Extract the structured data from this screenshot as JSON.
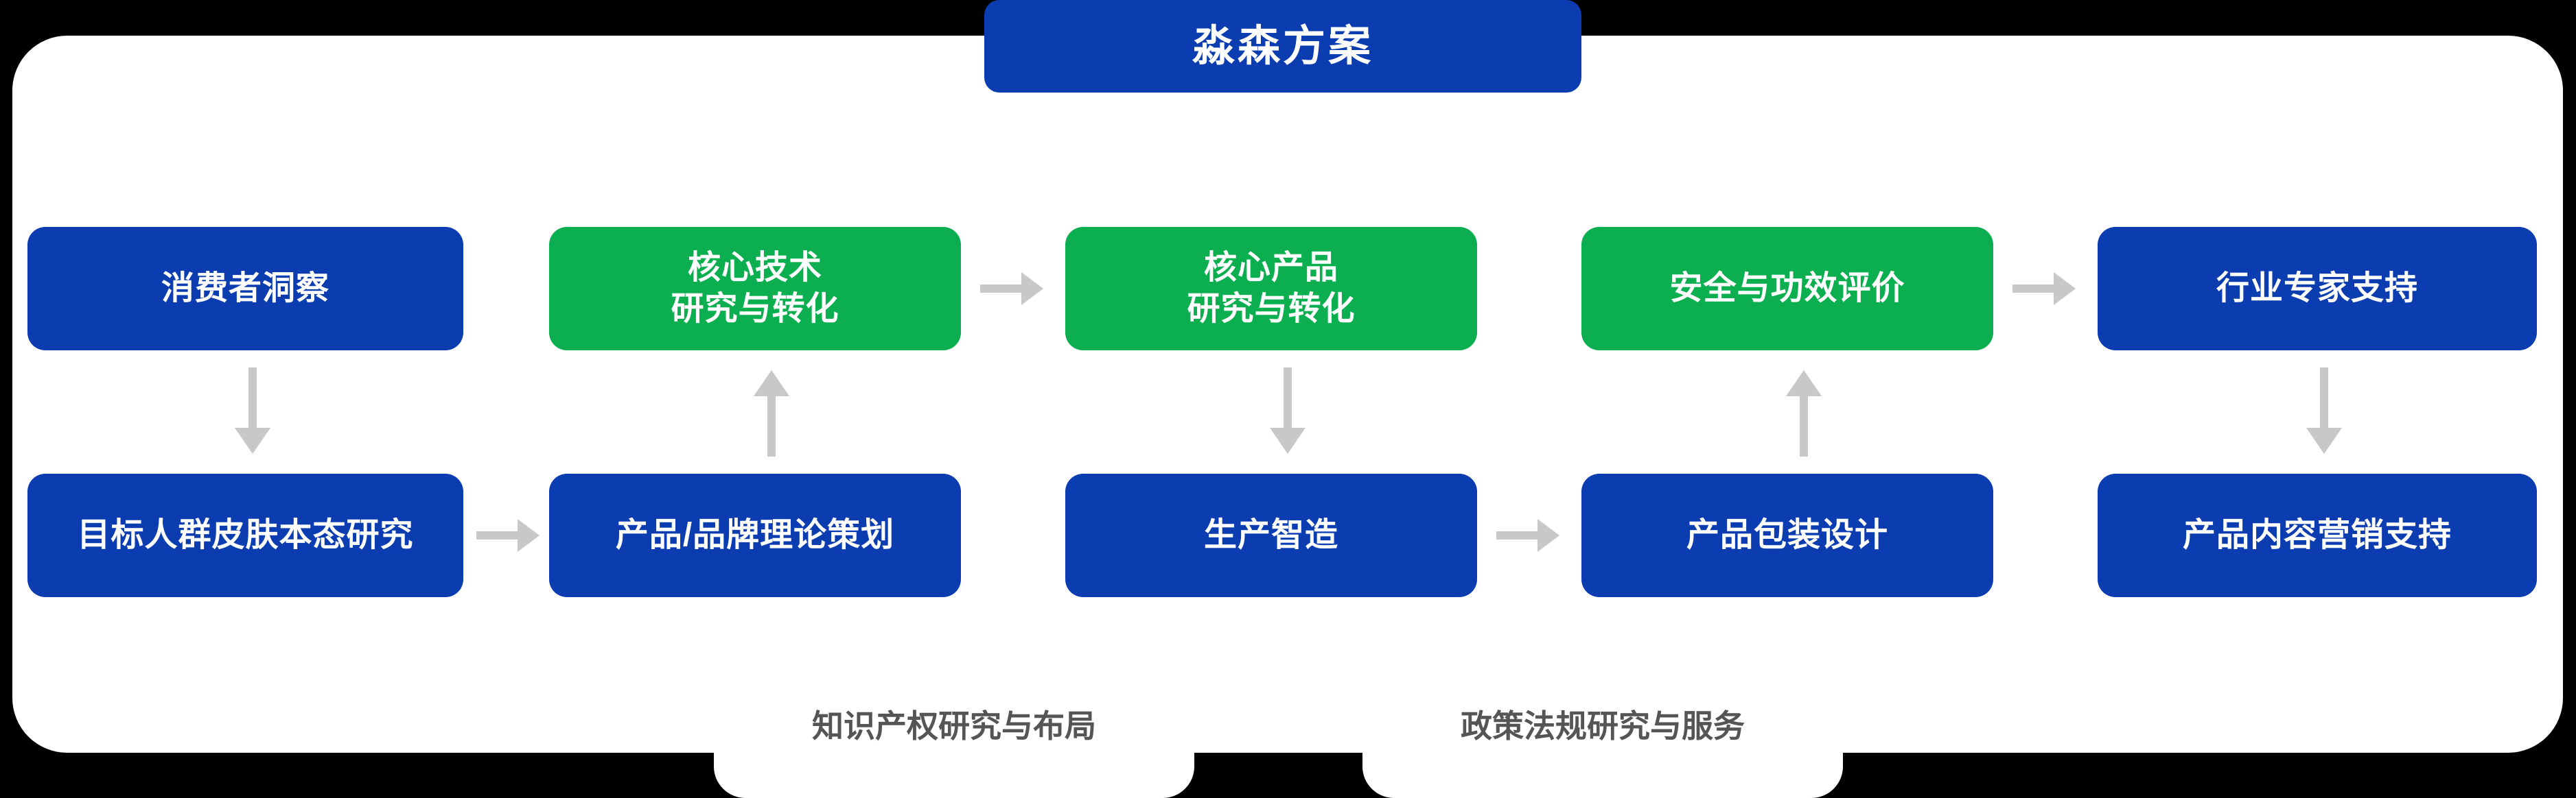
{
  "title": {
    "text": "淼森方案"
  },
  "colors": {
    "brand_blue": "#0B3DB0",
    "brand_green": "#0BAF50",
    "arrow_gray": "#C8C8C8",
    "tab_text_gray": "#555555",
    "board_white": "#FFFFFF",
    "page_background": "#000000"
  },
  "diagram_data": {
    "type": "flow",
    "rows": [
      {
        "row": 1,
        "nodes": [
          {
            "id": "consumer-insight",
            "label": "消费者洞察",
            "color": "blue"
          },
          {
            "id": "core-technology",
            "label": "核心技术\n研究与转化",
            "color": "green"
          },
          {
            "id": "core-product",
            "label": "核心产品\n研究与转化",
            "color": "green"
          },
          {
            "id": "safety-efficacy",
            "label": "安全与功效评价",
            "color": "green"
          },
          {
            "id": "industry-expert-support",
            "label": "行业专家支持",
            "color": "blue"
          }
        ]
      },
      {
        "row": 2,
        "nodes": [
          {
            "id": "skin-baseline-research",
            "label": "目标人群皮肤本态研究",
            "color": "blue"
          },
          {
            "id": "brand-theory-planning",
            "label": "产品/品牌理论策划",
            "color": "blue"
          },
          {
            "id": "smart-manufacturing",
            "label": "生产智造",
            "color": "blue"
          },
          {
            "id": "packaging-design",
            "label": "产品包装设计",
            "color": "blue"
          },
          {
            "id": "content-marketing-support",
            "label": "产品内容营销支持",
            "color": "blue"
          }
        ]
      }
    ],
    "connectors": [
      {
        "id": "c1-down",
        "from": "consumer-insight",
        "to": "skin-baseline-research",
        "direction": "down"
      },
      {
        "id": "c2-right",
        "from": "core-technology",
        "to": "core-product",
        "direction": "right"
      },
      {
        "id": "c4-right",
        "from": "safety-efficacy",
        "to": "industry-expert-support",
        "direction": "right"
      },
      {
        "id": "c2-up",
        "from": "brand-theory-planning",
        "to": "core-technology",
        "direction": "up"
      },
      {
        "id": "c3-down",
        "from": "core-product",
        "to": "smart-manufacturing",
        "direction": "down"
      },
      {
        "id": "c4-up",
        "from": "packaging-design",
        "to": "safety-efficacy",
        "direction": "up"
      },
      {
        "id": "c5-down",
        "from": "industry-expert-support",
        "to": "content-marketing-support",
        "direction": "down"
      },
      {
        "id": "r2-1-right",
        "from": "skin-baseline-research",
        "to": "brand-theory-planning",
        "direction": "right"
      },
      {
        "id": "r2-3-right",
        "from": "smart-manufacturing",
        "to": "packaging-design",
        "direction": "right"
      }
    ]
  },
  "bottom_tabs": [
    {
      "id": "ip-research",
      "label": "知识产权研究与布局"
    },
    {
      "id": "policy-research",
      "label": "政策法规研究与服务"
    }
  ]
}
